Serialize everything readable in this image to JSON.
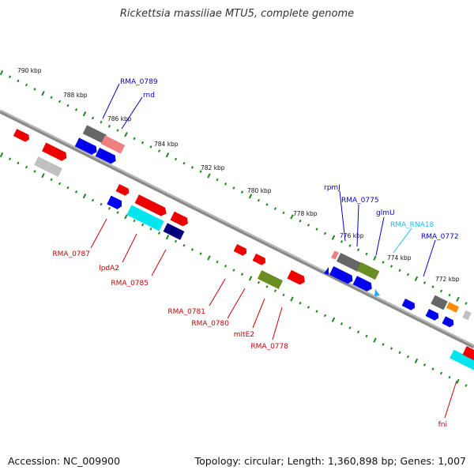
{
  "header": {
    "title": "Rickettsia massiliae MTU5, complete genome"
  },
  "footer": {
    "accession": "Accession: NC_009900",
    "summary": "Topology: circular; Length: 1,360,898 bp; Genes: 1,007"
  },
  "ruler": {
    "ticks": [
      "790 kbp",
      "788 kbp",
      "786 kbp",
      "784 kbp",
      "782 kbp",
      "780 kbp",
      "778 kbp",
      "776 kbp",
      "774 kbp",
      "772 kbp"
    ]
  },
  "gene_labels": {
    "forward": [
      "RMA_0789",
      "rnd",
      "rpmJ",
      "RMA_0775",
      "glmU",
      "RMA_RNA18",
      "RMA_0772"
    ],
    "reverse": [
      "RMA_0787",
      "lpdA2",
      "RMA_0785",
      "RMA_0781",
      "RMA_0780",
      "mltE2",
      "RMA_0778",
      "fni"
    ]
  },
  "colors": {
    "backbone": "#808080",
    "tick": "#1a8a1a",
    "forward_label": "#0000cc",
    "reverse_label": "#cc0000",
    "rna_label": "#22bbe8",
    "gene_red": "#ee0000",
    "gene_blue": "#0000ee",
    "gene_cyan": "#00e5ee",
    "gene_gray": "#666666",
    "gene_olive": "#6b8e23",
    "gene_orange": "#ff8c00",
    "gene_navy": "#000080",
    "gene_pink": "#f08080",
    "gene_lightgray": "#c0c0c0"
  }
}
